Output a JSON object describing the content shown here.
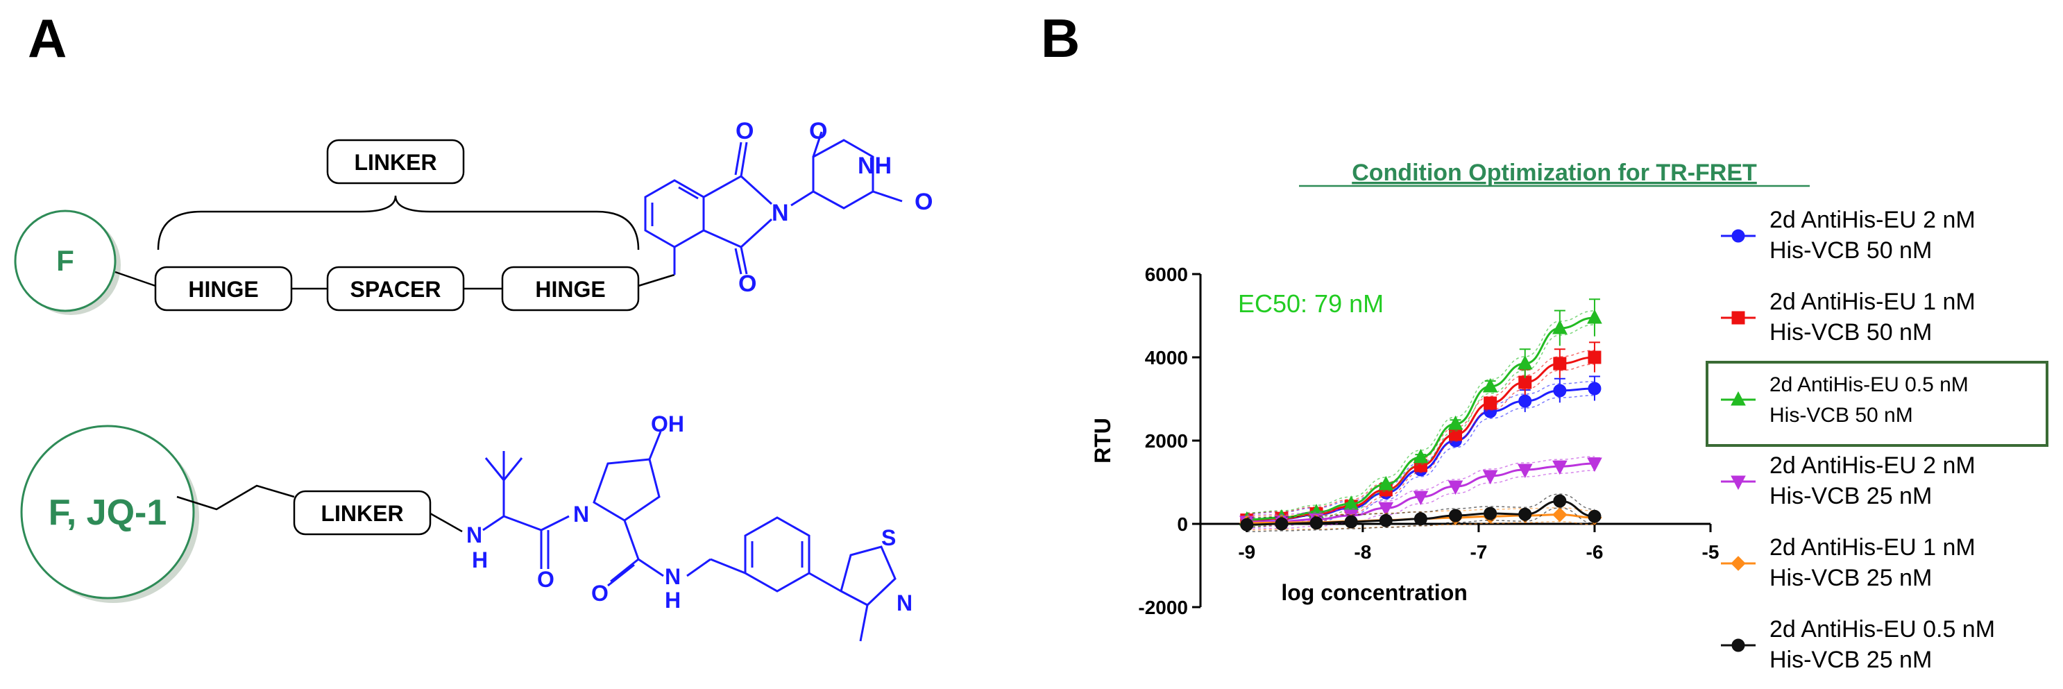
{
  "panel_a": {
    "label": "A",
    "constructs": [
      {
        "circle_label": "F",
        "linker_label": "LINKER",
        "boxes": [
          "HINGE",
          "SPACER",
          "HINGE"
        ]
      },
      {
        "circle_label": "F, JQ-1",
        "linker_label": "LINKER"
      }
    ],
    "molecule_top": {
      "atoms": [
        "O",
        "O",
        "NH",
        "N",
        "O",
        "O"
      ]
    },
    "molecule_bottom": {
      "atoms": [
        "OH",
        "N",
        "H",
        "N",
        "O",
        "O",
        "N",
        "H",
        "S",
        "N"
      ]
    }
  },
  "panel_b": {
    "label": "B",
    "ec50_label": "EC50: 79 nM",
    "highlighted_series_index": 2,
    "colors": {
      "title": "#2e8b57",
      "ec50": "#22cc22",
      "highlight_box": "#3a6b35",
      "molecule": "#1a1aff",
      "circle": "#2e8b57"
    }
  },
  "chart_data": {
    "type": "line",
    "title": "Condition Optimization for TR-FRET",
    "xlabel": "log concentration",
    "ylabel": "RTU",
    "xlim": [
      -9.4,
      -5
    ],
    "ylim": [
      -2000,
      6000
    ],
    "x_ticks": [
      "-9",
      "-8",
      "-7",
      "-6",
      "-5"
    ],
    "y_ticks": [
      "-2000",
      "0",
      "2000",
      "4000",
      "6000"
    ],
    "x": [
      -9,
      -8.7,
      -8.4,
      -8.1,
      -7.8,
      -7.5,
      -7.2,
      -6.9,
      -6.6,
      -6.3,
      -6
    ],
    "legend_position": "right",
    "series": [
      {
        "name": "2d AntiHis-EU 2 nM His-VCB 50 nM",
        "legend_lines": [
          "2d AntiHis-EU 2 nM",
          "His-VCB 50 nM"
        ],
        "color": "#1f1fff",
        "marker": "circle",
        "values": [
          80,
          120,
          220,
          380,
          750,
          1300,
          2000,
          2700,
          2950,
          3200,
          3250
        ]
      },
      {
        "name": "2d AntiHis-EU 1 nM His-VCB 50 nM",
        "legend_lines": [
          "2d AntiHis-EU 1 nM",
          "His-VCB 50 nM"
        ],
        "color": "#ee1111",
        "marker": "square",
        "values": [
          90,
          130,
          240,
          420,
          820,
          1400,
          2150,
          2900,
          3400,
          3850,
          4000
        ]
      },
      {
        "name": "2d AntiHis-EU 0.5 nM His-VCB 50 nM",
        "legend_lines": [
          "2d AntiHis-EU 0.5 nM",
          "His-VCB 50 nM"
        ],
        "color": "#22bb22",
        "marker": "triangle-up",
        "values": [
          100,
          150,
          280,
          480,
          950,
          1600,
          2400,
          3300,
          3850,
          4700,
          4950
        ]
      },
      {
        "name": "2d AntiHis-EU 2 nM His-VCB 25 nM",
        "legend_lines": [
          "2d AntiHis-EU 2 nM",
          "His-VCB 25 nM"
        ],
        "color": "#bb33dd",
        "marker": "triangle-down",
        "values": [
          50,
          60,
          110,
          200,
          380,
          650,
          900,
          1150,
          1300,
          1380,
          1450
        ]
      },
      {
        "name": "2d AntiHis-EU 1 nM His-VCB 25 nM",
        "legend_lines": [
          "2d AntiHis-EU 1 nM",
          "His-VCB 25 nM"
        ],
        "color": "#ff8c1a",
        "marker": "diamond",
        "values": [
          20,
          30,
          40,
          60,
          90,
          120,
          150,
          180,
          200,
          220,
          150
        ]
      },
      {
        "name": "2d AntiHis-EU 0.5 nM His-VCB 25 nM",
        "legend_lines": [
          "2d AntiHis-EU 0.5 nM",
          "His-VCB 25 nM"
        ],
        "color": "#111111",
        "marker": "circle",
        "values": [
          -20,
          0,
          20,
          50,
          80,
          120,
          200,
          250,
          230,
          550,
          180
        ]
      }
    ]
  }
}
